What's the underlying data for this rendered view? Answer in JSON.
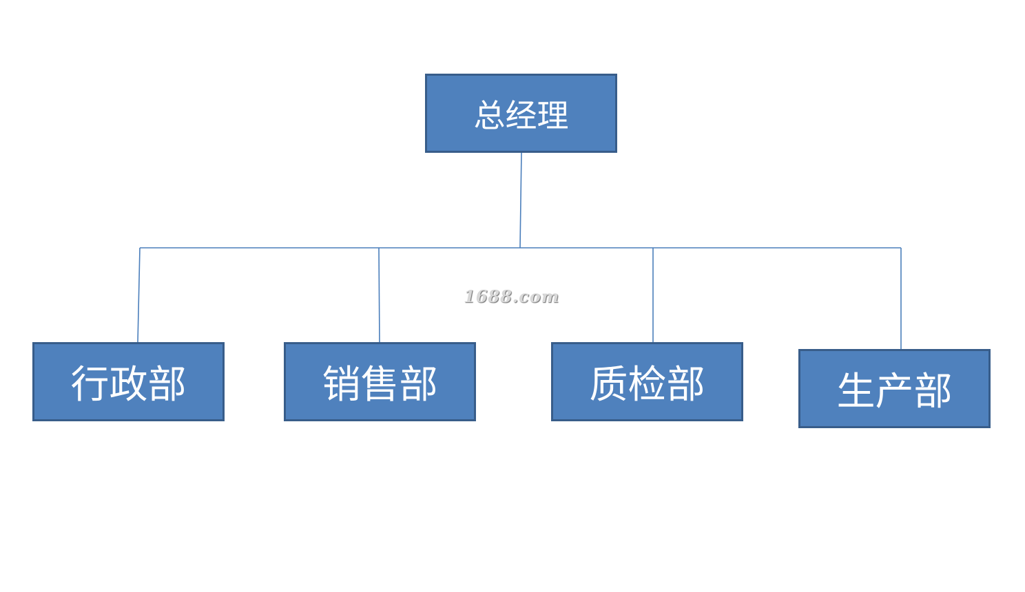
{
  "org_chart": {
    "root": {
      "label": "总经理"
    },
    "departments": [
      {
        "id": "admin",
        "label": "行政部"
      },
      {
        "id": "sales",
        "label": "销售部"
      },
      {
        "id": "qc",
        "label": "质检部"
      },
      {
        "id": "prod",
        "label": "生产部"
      }
    ]
  },
  "watermark": {
    "text": "1688.com"
  },
  "colors": {
    "node_fill": "#4f81bd",
    "node_border": "#385d8a",
    "node_text": "#ffffff",
    "connector": "#4a7ebb",
    "background": "#ffffff"
  }
}
